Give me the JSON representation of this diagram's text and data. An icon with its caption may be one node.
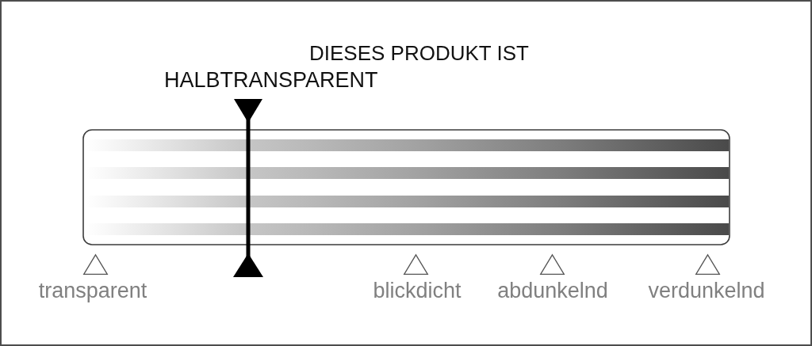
{
  "diagram": {
    "labels": [
      "DIESES PRODUKT IST",
      "HALBTRANSPARENT",
      "transparent",
      "blickdicht",
      "abdunkelnd",
      "verdunkelnd"
    ]
  }
}
